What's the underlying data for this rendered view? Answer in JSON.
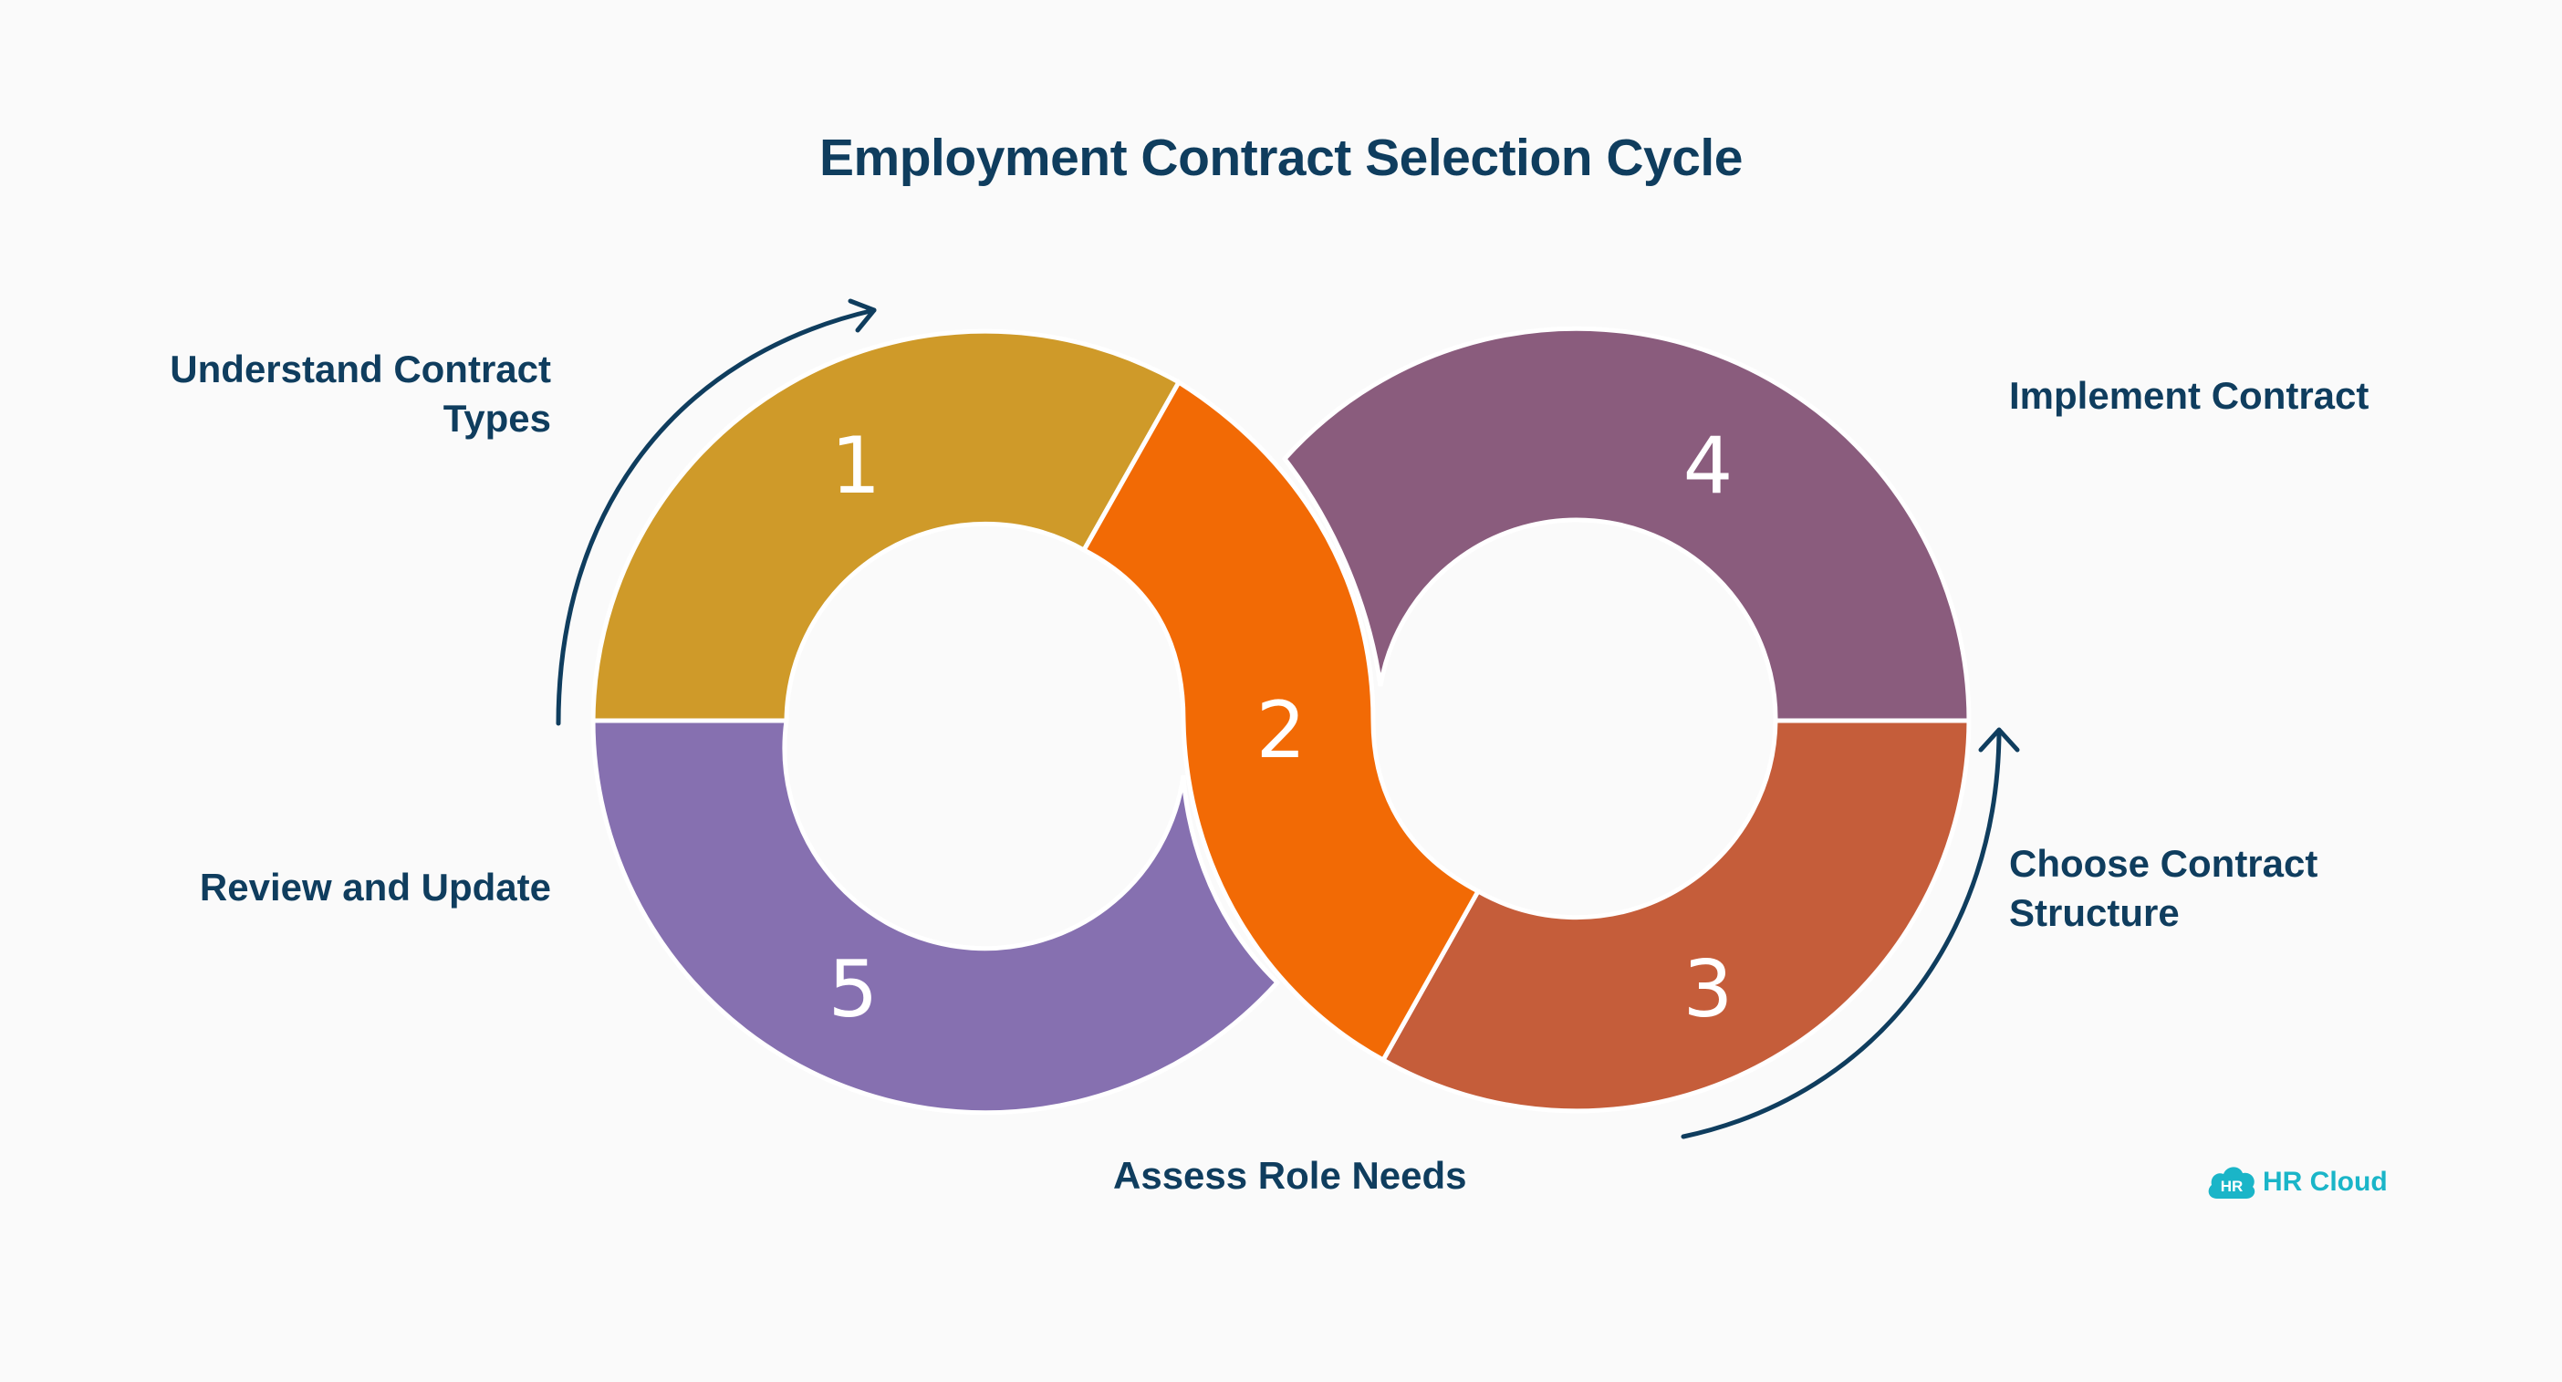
{
  "title": "Employment Contract Selection Cycle",
  "steps": [
    {
      "number": "1",
      "label_lines": [
        "Understand Contract",
        "Types"
      ],
      "color": "#cf9a29"
    },
    {
      "number": "2",
      "label_lines": [
        "Assess Role Needs"
      ],
      "color": "#f26a05"
    },
    {
      "number": "3",
      "label_lines": [
        "Choose Contract",
        "Structure"
      ],
      "color": "#c55d3a"
    },
    {
      "number": "4",
      "label_lines": [
        "Implement Contract"
      ],
      "color": "#8a5c7d"
    },
    {
      "number": "5",
      "label_lines": [
        "Review and Update"
      ],
      "color": "#8670b0"
    }
  ],
  "arrow_color": "#0f3d5e",
  "logo": {
    "badge": "HR",
    "text": "HR Cloud",
    "color": "#1ab5c8"
  }
}
